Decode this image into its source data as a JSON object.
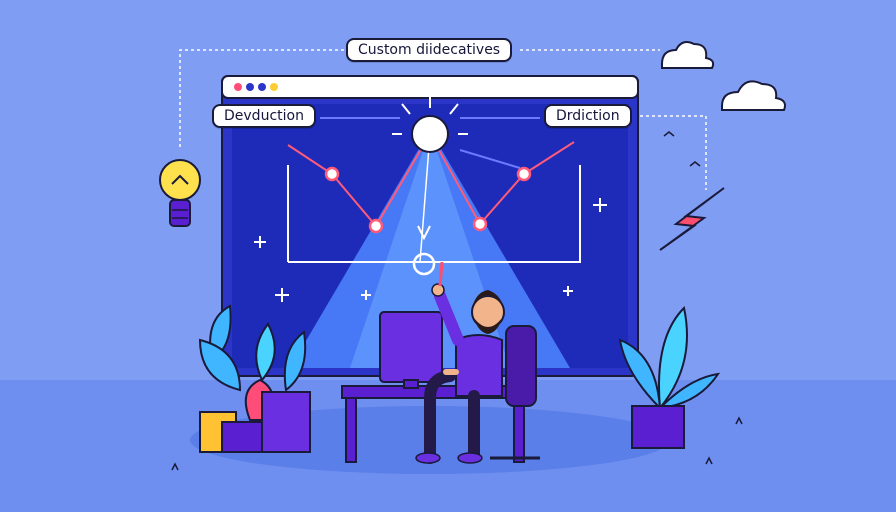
{
  "labels": {
    "top": "Custom diidecatives",
    "left": "Devduction",
    "right": "Drdiction"
  },
  "colors": {
    "background": "#7f9df3",
    "floor": "#6f8ff0",
    "browser_frame": "#2b36c9",
    "browser_screen": "#1d2bb8",
    "light_beam": "#4f86ff",
    "desk": "#5a1fd1",
    "shirt": "#6a2fe0",
    "arrow_red": "#ff5a7a",
    "plant_leaf": "#3fb6ff"
  },
  "icons": {
    "browser": "browser-window-icon",
    "bulb": "lightbulb-icon",
    "lightning": "lightning-bolt-icon",
    "cloud": "cloud-icon",
    "person": "developer-character",
    "computer": "desktop-monitor-icon",
    "plant": "potted-plant-icon"
  }
}
